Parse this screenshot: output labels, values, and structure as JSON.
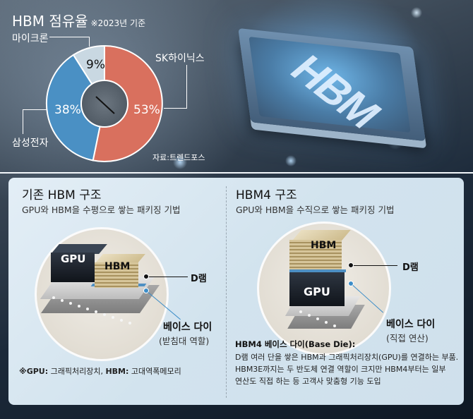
{
  "chart_data": {
    "type": "pie",
    "variant": "donut",
    "title": "HBM 점유율",
    "subtitle": "※2023년 기준",
    "categories": [
      "SK하이닉스",
      "삼성전자",
      "마이크론"
    ],
    "values": [
      53,
      38,
      9
    ],
    "labels": [
      "53%",
      "38%",
      "9%"
    ],
    "colors": [
      "#d9705e",
      "#4a90c4",
      "#c9d8e2"
    ],
    "source": "자료:트렌드포스"
  },
  "top": {
    "title": "HBM 점유율",
    "note": "※2023년 기준",
    "chip_label": "HBM",
    "labels": {
      "micron": "마이크론",
      "sk": "SK하이닉스",
      "samsung": "삼성전자"
    },
    "pcts": {
      "sk": "53%",
      "samsung": "38%",
      "micron": "9%"
    },
    "source": "자료:트렌드포스"
  },
  "left_panel": {
    "title": "기존 HBM 구조",
    "subtitle": "GPU와 HBM을 수평으로 쌓는 패키징 기법",
    "gpu_label": "GPU",
    "hbm_label": "HBM",
    "dram_label": "D램",
    "base_die_label": "베이스 다이",
    "base_die_role": "(받침대 역할)",
    "footnote": {
      "prefix": "※GPU:",
      "gpu_desc": " 그래픽처리장치, ",
      "hbm_key": "HBM:",
      "hbm_desc": " 고대역폭메모리"
    }
  },
  "right_panel": {
    "title": "HBM4 구조",
    "subtitle": "GPU와 HBM을 수직으로 쌓는 패키징 기법",
    "gpu_label": "GPU",
    "hbm_label": "HBM",
    "dram_label": "D램",
    "base_die_label": "베이스 다이",
    "base_die_role": "(직접 연산)",
    "desc_title": "HBM4 베이스 다이(Base Die):",
    "desc_lines": [
      "D램 여러 단을 쌓은 HBM과 그래픽처리장치(GPU)를 연결하는 부품.",
      "HBM3E까지는 두 반도체 연결 역할이 크지만 HBM4부터는 일부",
      "연산도 직접 하는 등 고객사 맞춤형 기능 도입"
    ]
  }
}
